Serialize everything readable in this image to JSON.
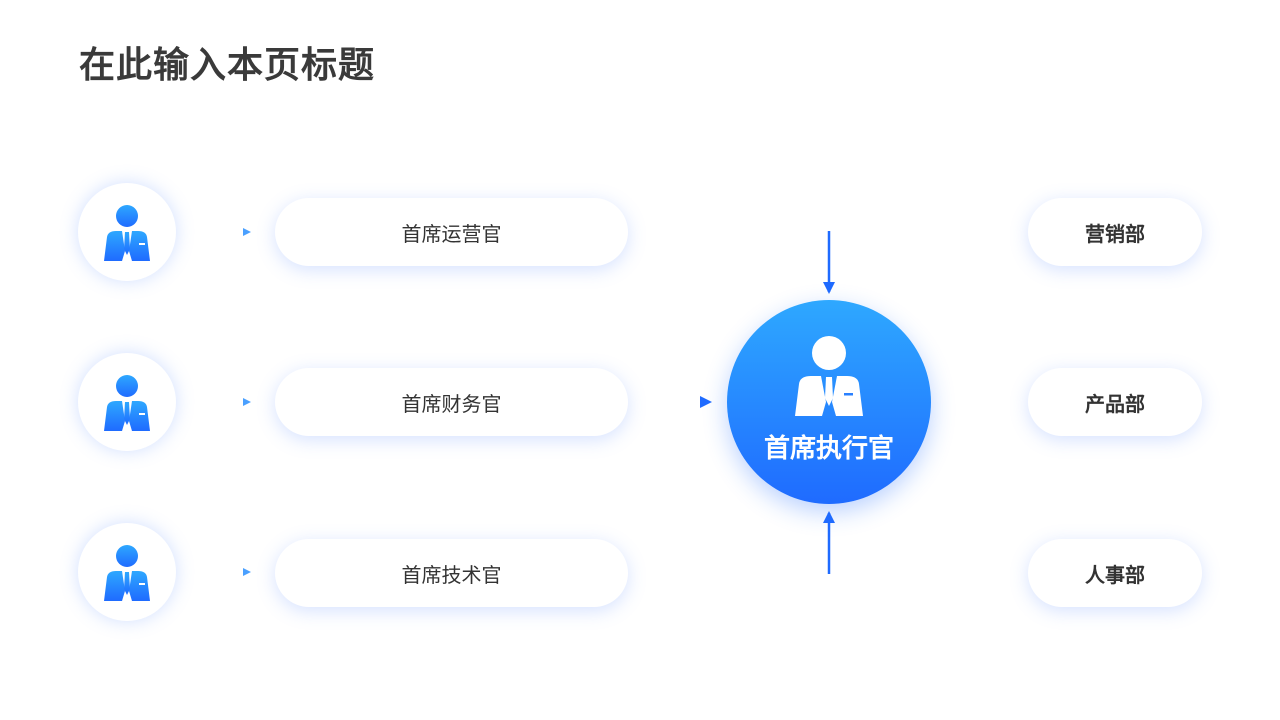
{
  "page": {
    "title": "在此输入本页标题"
  },
  "roles": [
    {
      "label": "首席运营官"
    },
    {
      "label": "首席财务官"
    },
    {
      "label": "首席技术官"
    }
  ],
  "ceo": {
    "label": "首席执行官"
  },
  "departments": [
    {
      "label": "营销部"
    },
    {
      "label": "产品部"
    },
    {
      "label": "人事部"
    }
  ],
  "colors": {
    "accent_light": "#2ea8ff",
    "accent_dark": "#1f6bff",
    "title_text": "#3a3a3a",
    "body_text": "#333333"
  },
  "icons": {
    "person": "person-icon",
    "arrow": "arrow-right-icon"
  }
}
